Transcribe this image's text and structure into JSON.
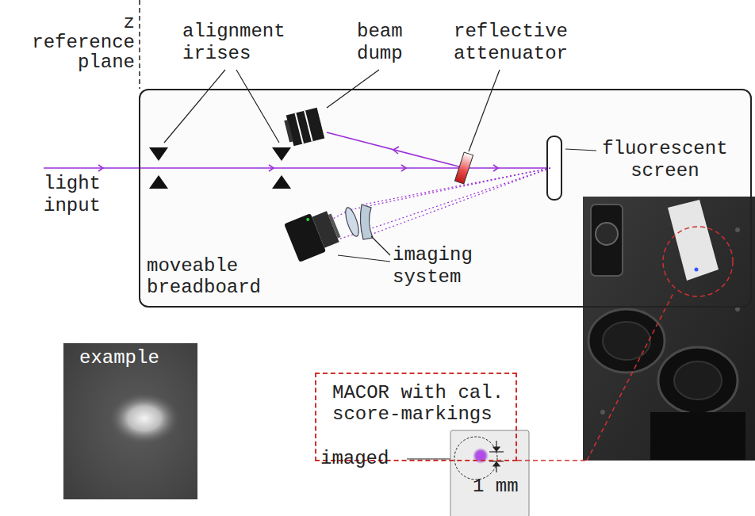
{
  "diagram": {
    "nodes": [
      {
        "text": [
          "moveable breadboard"
        ]
      },
      {
        "text": [
          "example"
        ]
      },
      {
        "text": [
          "MACOR with cal. score-markings"
        ]
      }
    ],
    "labels": [
      "z reference plane",
      "alignment irises",
      "beam dump",
      "reflective attenuator",
      "light input",
      "imaging system",
      "fluorescent screen",
      "imaged",
      "1 mm"
    ]
  }
}
